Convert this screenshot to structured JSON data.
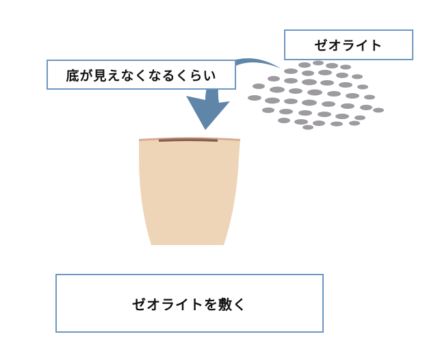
{
  "labels": {
    "material": "ゼオライト",
    "amount_hint": "底が見えなくなるくらい",
    "step_caption": "ゼオライトを敷く"
  },
  "colors": {
    "box_border": "#6b96c1",
    "arrow": "#5f86a8",
    "pot_body": "#efd5b8",
    "pot_soil": "#7a5a4a",
    "pebbles": "#9d9aa0"
  }
}
